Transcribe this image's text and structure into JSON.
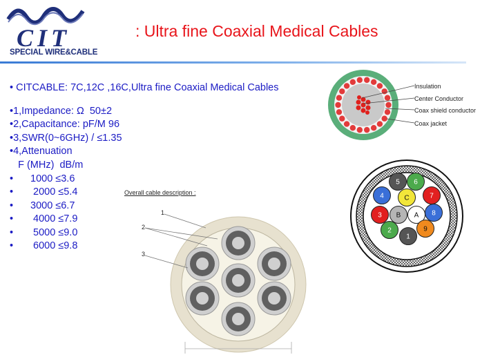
{
  "logo": {
    "letters": "CIT",
    "tagline": "SPECIAL WIRE&CABLE"
  },
  "header": {
    "title": ": Ultra fine Coaxial Medical Cables"
  },
  "intro": "• CITCABLE: 7C,12C ,16C,Ultra fine Coaxial Medical Cables",
  "specs": [
    "•1,Impedance: Ω  50±2",
    "•2,Capacitance: pF/M 96",
    "•3,SWR(0~6GHz) / ≤1.35",
    "•4,Attenuation",
    "   F (MHz)  dB/m"
  ],
  "attenuation": [
    {
      "bullet": "•",
      "value": "1000  ≤3.6",
      "indent": 30
    },
    {
      "bullet": "•",
      "value": "2000  ≤5.4",
      "indent": 34
    },
    {
      "bullet": "•",
      "value": "3000  ≤6.7",
      "indent": 30
    },
    {
      "bullet": "•",
      "value": "4000  ≤7.9",
      "indent": 34
    },
    {
      "bullet": "•",
      "value": "5000  ≤9.0",
      "indent": 34
    },
    {
      "bullet": "•",
      "value": "6000  ≤9.8",
      "indent": 34
    }
  ],
  "overall": {
    "caption": "Overall cable description :",
    "callouts": [
      "1",
      "2",
      "3"
    ]
  },
  "coax_diagram": {
    "labels": [
      "Insulation",
      "Center Conductor",
      "Coax shield conductor",
      "Coax jacket"
    ],
    "colors": {
      "jacket": "#5aae7a",
      "shield": "#e23b3b",
      "insulation": "#c9c9c9",
      "conductor": "#e0201c"
    }
  },
  "cross_section": {
    "cores": [
      {
        "label": "5",
        "color": "#555555"
      },
      {
        "label": "6",
        "color": "#4caa4c"
      },
      {
        "label": "4",
        "color": "#3a6fd8"
      },
      {
        "label": "C",
        "color": "#f2e63a"
      },
      {
        "label": "7",
        "color": "#e22020"
      },
      {
        "label": "3",
        "color": "#e22020"
      },
      {
        "label": "B",
        "color": "#b5b5b5"
      },
      {
        "label": "A",
        "color": "#ffffff"
      },
      {
        "label": "8",
        "color": "#3a6fd8"
      },
      {
        "label": "2",
        "color": "#4caa4c"
      },
      {
        "label": "9",
        "color": "#f08a1e"
      },
      {
        "label": "1",
        "color": "#555555"
      }
    ]
  }
}
